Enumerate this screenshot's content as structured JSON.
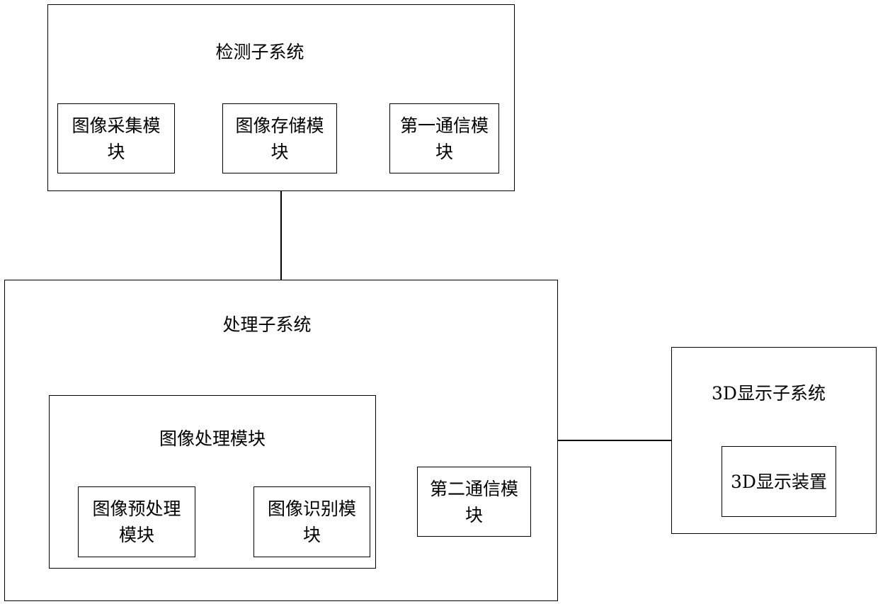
{
  "detection_subsystem": {
    "title": "检测子系统",
    "modules": [
      {
        "label": "图像采集模块"
      },
      {
        "label": "图像存储模块"
      },
      {
        "label": "第一通信模块"
      }
    ]
  },
  "processing_subsystem": {
    "title": "处理子系统",
    "image_processing_module": {
      "title": "图像处理模块",
      "modules": [
        {
          "label": "图像预处理模块"
        },
        {
          "label": "图像识别模块"
        }
      ]
    },
    "communication_module": {
      "label": "第二通信模块"
    }
  },
  "display_subsystem": {
    "title": "3D显示子系统",
    "device": {
      "label": "3D显示装置"
    }
  }
}
